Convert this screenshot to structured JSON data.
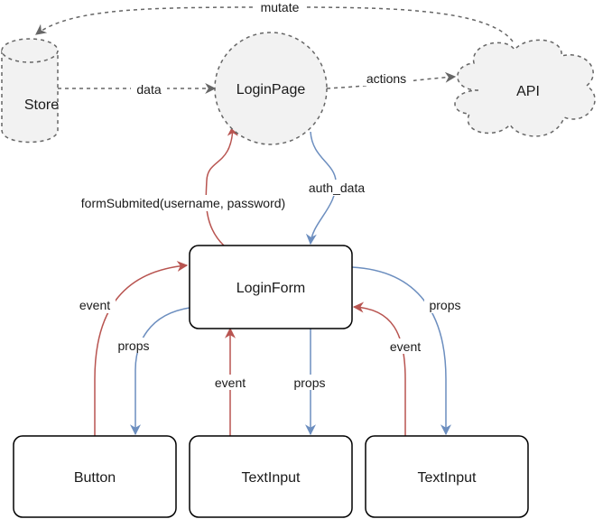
{
  "colors": {
    "gray_edge": "#666666",
    "red_edge": "#b85450",
    "blue_edge": "#6c8ebf",
    "shape_fill": "#f2f2f2"
  },
  "nodes": {
    "store": "Store",
    "login_page": "LoginPage",
    "api": "API",
    "login_form": "LoginForm",
    "button": "Button",
    "text_input_1": "TextInput",
    "text_input_2": "TextInput"
  },
  "edges": {
    "mutate": "mutate",
    "data": "data",
    "actions": "actions",
    "form_submitted": "formSubmited(username, password)",
    "auth_data": "auth_data",
    "event_button": "event",
    "props_button": "props",
    "event_input1": "event",
    "props_input1": "props",
    "props_input2": "props",
    "event_input2": "event"
  }
}
